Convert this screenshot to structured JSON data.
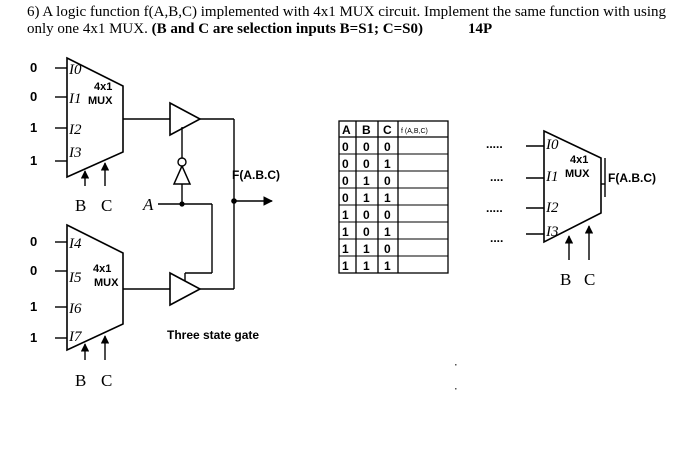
{
  "question": {
    "line1": "6) A logic function f(A,B,C) implemented  with 4x1 MUX circuit. Implement the same function with using",
    "line2_plain": "only one 4x1 MUX. ",
    "line2_bold": "(B and C are selection inputs  B=S1; C=S0)",
    "points": "14P"
  },
  "mux_top": {
    "label_line1": "4x1",
    "label_line2": "MUX",
    "inputs": [
      "I0",
      "I1",
      "I2",
      "I3"
    ],
    "input_values": [
      "0",
      "0",
      "1",
      "1"
    ],
    "select_labels": [
      "B",
      "C"
    ]
  },
  "mux_bottom": {
    "label_line1": "4x1",
    "label_line2": "MUX",
    "inputs": [
      "I4",
      "I5",
      "I6",
      "I7"
    ],
    "input_values": [
      "0",
      "0",
      "1",
      "1"
    ],
    "select_labels": [
      "B",
      "C"
    ]
  },
  "signal_a": "A",
  "output_label": "F(A.B.C)",
  "three_state_label": "Three state gate",
  "truth_table": {
    "headers": [
      "A",
      "B",
      "C",
      "f (A,B,C)"
    ],
    "rows": [
      [
        "0",
        "0",
        "0",
        ""
      ],
      [
        "0",
        "0",
        "1",
        ""
      ],
      [
        "0",
        "1",
        "0",
        ""
      ],
      [
        "0",
        "1",
        "1",
        ""
      ],
      [
        "1",
        "0",
        "0",
        ""
      ],
      [
        "1",
        "0",
        "1",
        ""
      ],
      [
        "1",
        "1",
        "0",
        ""
      ],
      [
        "1",
        "1",
        "1",
        ""
      ]
    ]
  },
  "answer_mux": {
    "label_line1": "4x1",
    "label_line2": "MUX",
    "inputs": [
      "I0",
      "I1",
      "I2",
      "I3"
    ],
    "blanks": [
      ".....",
      "....",
      ".....",
      "...."
    ],
    "output_label": "F(A.B.C)",
    "select_labels": [
      "B",
      "C"
    ]
  }
}
